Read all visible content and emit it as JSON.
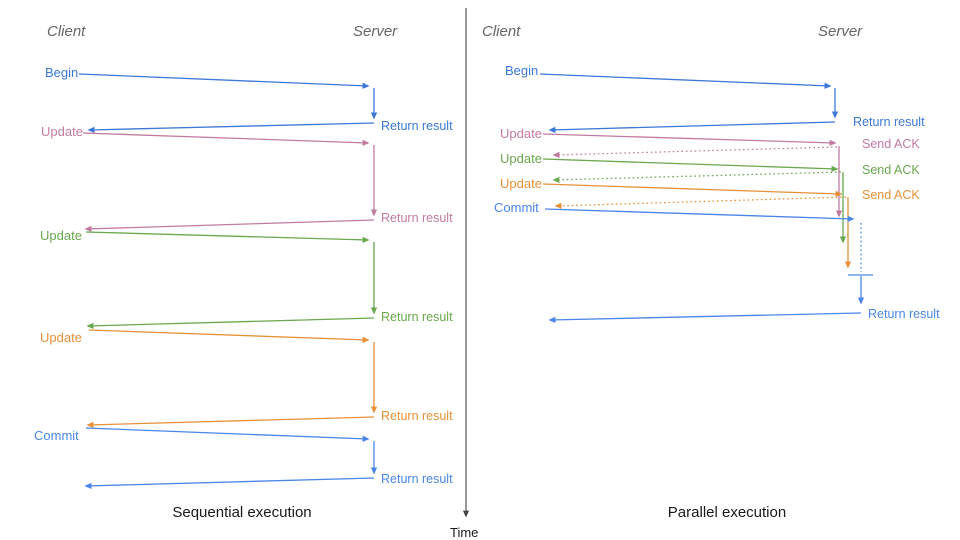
{
  "colors": {
    "blue": "#3c78d8",
    "pink": "#c27ba0",
    "green": "#6aa84f",
    "orange": "#e69138",
    "cornflower": "#4a86e8",
    "axis": "#444444",
    "heading": "#666666",
    "title": "#1a1a1a"
  },
  "time_axis": {
    "label": "Time"
  },
  "sequential": {
    "title": "Sequential execution",
    "client_label": "Client",
    "server_label": "Server",
    "messages": [
      {
        "label": "Begin",
        "response": "Return result",
        "color": "blue"
      },
      {
        "label": "Update",
        "response": "Return result",
        "color": "pink"
      },
      {
        "label": "Update",
        "response": "Return result",
        "color": "green"
      },
      {
        "label": "Update",
        "response": "Return result",
        "color": "orange"
      },
      {
        "label": "Commit",
        "response": "Return result",
        "color": "cornflower"
      }
    ]
  },
  "parallel": {
    "title": "Parallel execution",
    "client_label": "Client",
    "server_label": "Server",
    "messages": [
      {
        "label": "Begin",
        "response": "Return result",
        "color": "blue"
      },
      {
        "label": "Update",
        "response": "Send ACK",
        "color": "pink"
      },
      {
        "label": "Update",
        "response": "Send ACK",
        "color": "green"
      },
      {
        "label": "Update",
        "response": "Send ACK",
        "color": "orange"
      },
      {
        "label": "Commit",
        "response": "Return result",
        "color": "cornflower"
      }
    ]
  }
}
